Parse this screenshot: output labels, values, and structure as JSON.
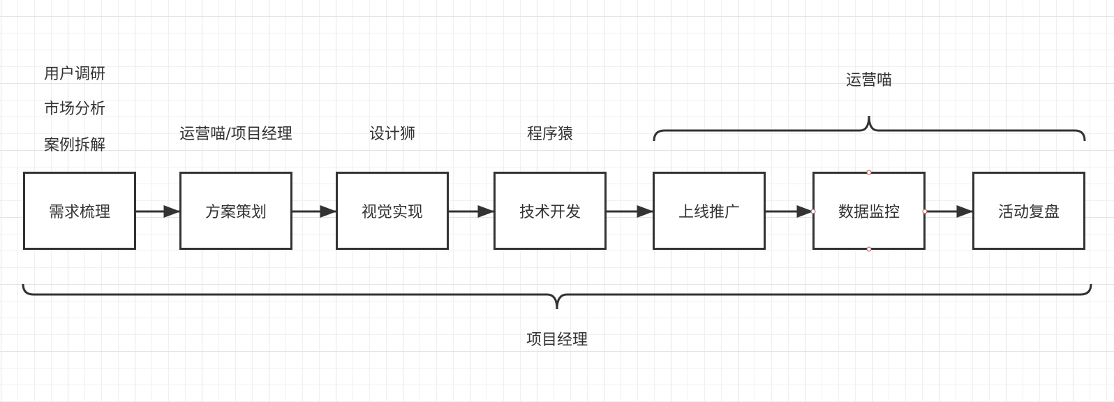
{
  "diagram": {
    "type": "process-flow",
    "steps": [
      {
        "id": "step-1",
        "label": "需求梳理"
      },
      {
        "id": "step-2",
        "label": "方案策划"
      },
      {
        "id": "step-3",
        "label": "视觉实现"
      },
      {
        "id": "step-4",
        "label": "技术开发"
      },
      {
        "id": "step-5",
        "label": "上线推广"
      },
      {
        "id": "step-6",
        "label": "数据监控",
        "selected": true
      },
      {
        "id": "step-7",
        "label": "活动复盘"
      }
    ],
    "edges": [
      {
        "from": "step-1",
        "to": "step-2"
      },
      {
        "from": "step-2",
        "to": "step-3"
      },
      {
        "from": "step-3",
        "to": "step-4"
      },
      {
        "from": "step-4",
        "to": "step-5"
      },
      {
        "from": "step-5",
        "to": "step-6"
      },
      {
        "from": "step-6",
        "to": "step-7"
      }
    ],
    "step1_notes": [
      "用户调研",
      "市场分析",
      "案例拆解"
    ],
    "roles": {
      "step2": "运营喵/项目经理",
      "step3": "设计狮",
      "step4": "程序猿"
    },
    "brace_top": {
      "label": "运营喵",
      "spans": [
        "step-5",
        "step-6",
        "step-7"
      ]
    },
    "brace_bottom": {
      "label": "项目经理",
      "spans": [
        "step-1",
        "step-2",
        "step-3",
        "step-4",
        "step-5",
        "step-6",
        "step-7"
      ]
    },
    "colors": {
      "stroke": "#333333",
      "connection_point": "#b85450",
      "grid": "#e4e4e4"
    }
  }
}
